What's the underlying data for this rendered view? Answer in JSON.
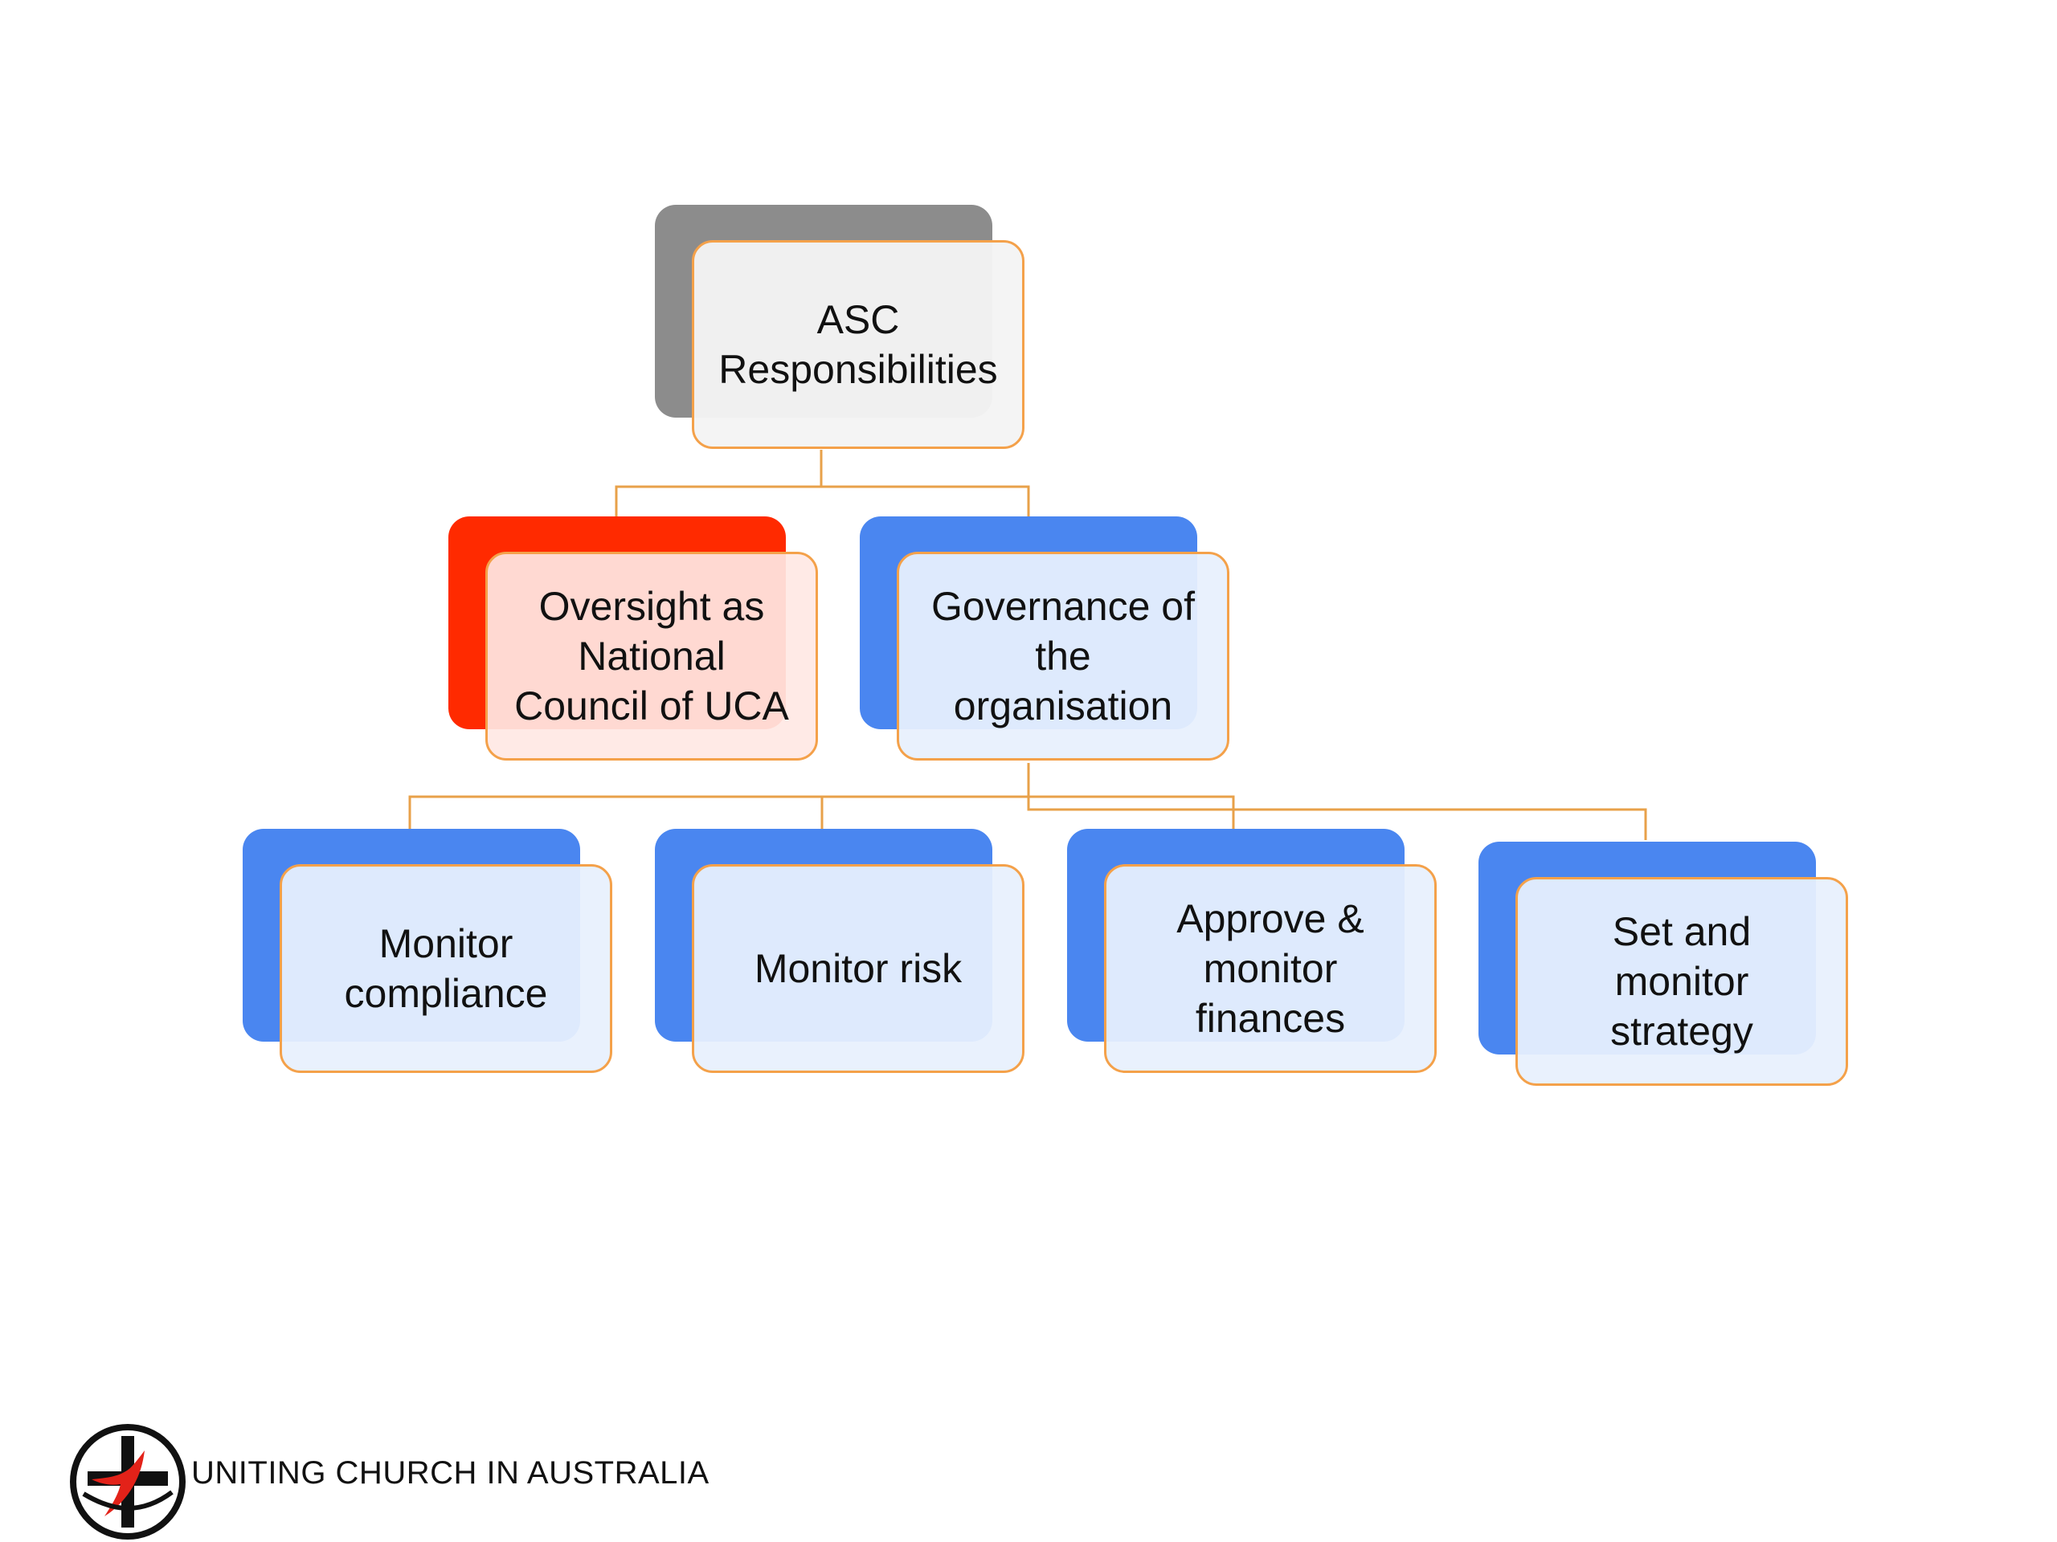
{
  "colors": {
    "connector": "#e8a14a",
    "node_border": "#f4a14a",
    "root_shadow": "#8c8c8c",
    "red_shadow": "#ff2a00",
    "blue_shadow": "#4a86f0"
  },
  "diagram": {
    "root": {
      "label": "ASC\nResponsibilities",
      "accent": "gray"
    },
    "level1": [
      {
        "label": "Oversight as\nNational\nCouncil of UCA",
        "accent": "red"
      },
      {
        "label": "Governance of\nthe\norganisation",
        "accent": "blue"
      }
    ],
    "level2": [
      {
        "label": "Monitor\ncompliance",
        "accent": "blue"
      },
      {
        "label": "Monitor risk",
        "accent": "blue"
      },
      {
        "label": "Approve &\nmonitor\nfinances",
        "accent": "blue"
      },
      {
        "label": "Set  and\nmonitor\nstrategy",
        "accent": "blue"
      }
    ]
  },
  "footer": {
    "org_name": "UNITING CHURCH IN AUSTRALIA",
    "logo_icon": "uniting-church-dove-cross-icon"
  }
}
